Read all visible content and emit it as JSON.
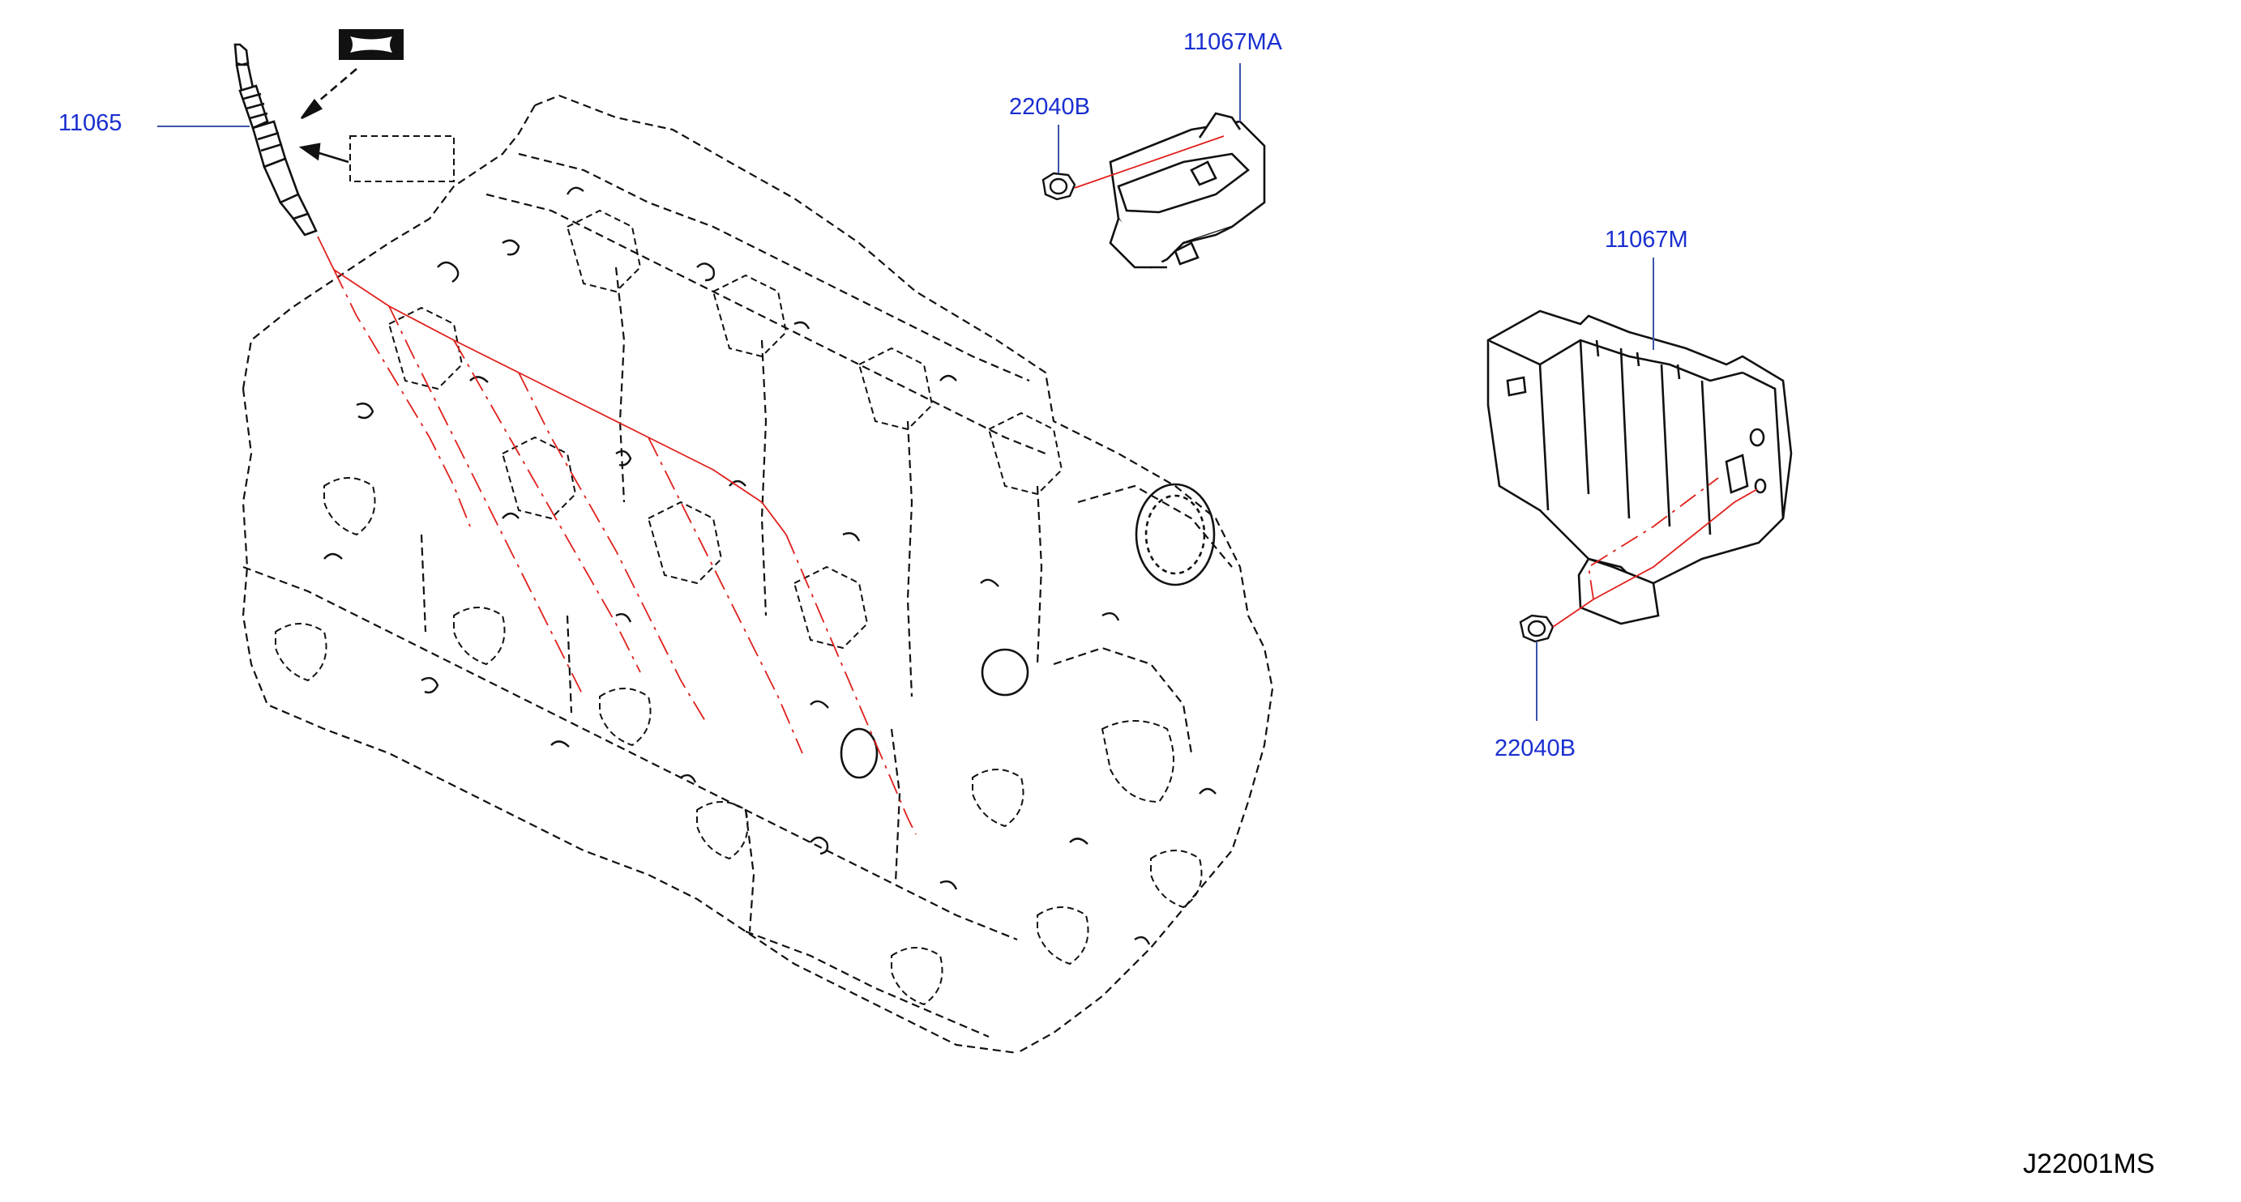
{
  "diagram": {
    "code": "J22001MS",
    "colors": {
      "callout_text": "#1a2fd0",
      "leader_line": "#3a55a8",
      "guide_line": "#e0201c",
      "drawing": "#111111"
    }
  },
  "callouts": {
    "glow_plug": "11065",
    "controller_bracket": "11067MA",
    "nut_upper": "22040B",
    "glow_controller": "11067M",
    "nut_lower": "22040B"
  }
}
